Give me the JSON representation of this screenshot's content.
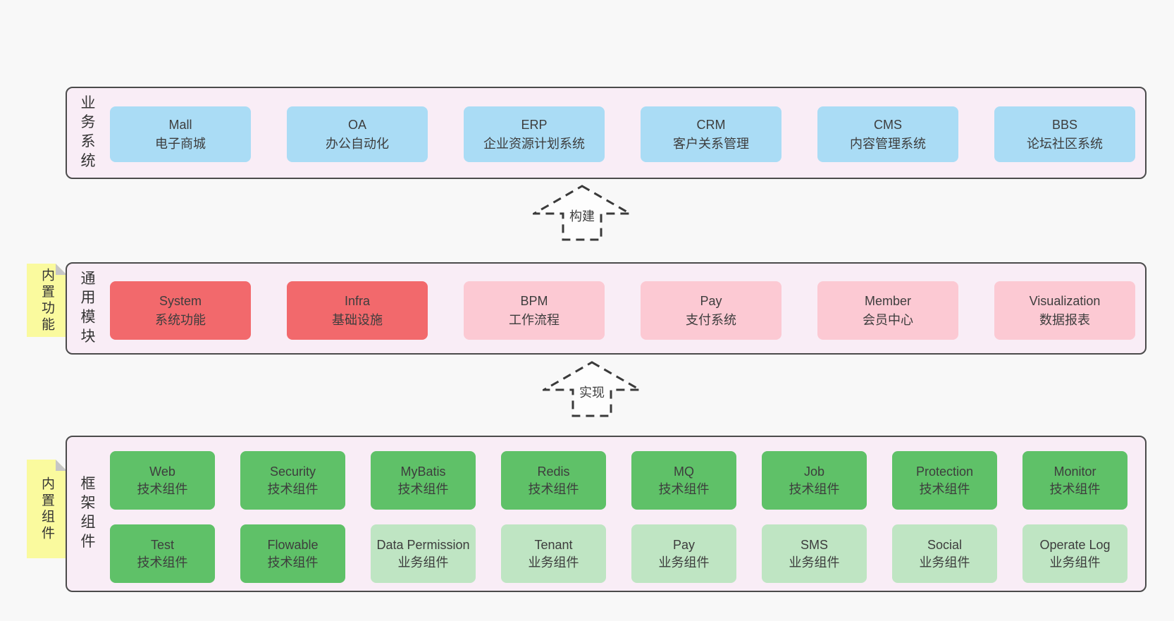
{
  "colors": {
    "page-bg": "#f8f8f8",
    "band-bg": "#f9edf6",
    "band-border": "#4b4b4b",
    "blue": "#aadcf5",
    "red": "#f2696c",
    "pink": "#fcc9d3",
    "green": "#5fc168",
    "light-green": "#bfe5c3",
    "yellow": "#fafa9e",
    "fold-gray": "#c6c6c6",
    "text": "#3d3d3d"
  },
  "bands": [
    {
      "label": "业务系统",
      "boxes": [
        {
          "name": "Mall",
          "desc": "电子商城",
          "variant": "blue"
        },
        {
          "name": "OA",
          "desc": "办公自动化",
          "variant": "blue"
        },
        {
          "name": "ERP",
          "desc": "企业资源计划系统",
          "variant": "blue"
        },
        {
          "name": "CRM",
          "desc": "客户关系管理",
          "variant": "blue"
        },
        {
          "name": "CMS",
          "desc": "内容管理系统",
          "variant": "blue"
        },
        {
          "name": "BBS",
          "desc": "论坛社区系统",
          "variant": "blue"
        }
      ]
    },
    {
      "label": "通用模块",
      "note": "内置功能",
      "boxes": [
        {
          "name": "System",
          "desc": "系统功能",
          "variant": "red"
        },
        {
          "name": "Infra",
          "desc": "基础设施",
          "variant": "red"
        },
        {
          "name": "BPM",
          "desc": "工作流程",
          "variant": "pink"
        },
        {
          "name": "Pay",
          "desc": "支付系统",
          "variant": "pink"
        },
        {
          "name": "Member",
          "desc": "会员中心",
          "variant": "pink"
        },
        {
          "name": "Visualization",
          "desc": "数据报表",
          "variant": "pink"
        }
      ]
    },
    {
      "label": "框架组件",
      "note": "内置组件",
      "rows": [
        [
          {
            "name": "Web",
            "desc": "技术组件",
            "variant": "green"
          },
          {
            "name": "Security",
            "desc": "技术组件",
            "variant": "green"
          },
          {
            "name": "MyBatis",
            "desc": "技术组件",
            "variant": "green"
          },
          {
            "name": "Redis",
            "desc": "技术组件",
            "variant": "green"
          },
          {
            "name": "MQ",
            "desc": "技术组件",
            "variant": "green"
          },
          {
            "name": "Job",
            "desc": "技术组件",
            "variant": "green"
          },
          {
            "name": "Protection",
            "desc": "技术组件",
            "variant": "green"
          },
          {
            "name": "Monitor",
            "desc": "技术组件",
            "variant": "green"
          }
        ],
        [
          {
            "name": "Test",
            "desc": "技术组件",
            "variant": "green"
          },
          {
            "name": "Flowable",
            "desc": "技术组件",
            "variant": "green"
          },
          {
            "name": "Data Permission",
            "desc": "业务组件",
            "variant": "lightgreen"
          },
          {
            "name": "Tenant",
            "desc": "业务组件",
            "variant": "lightgreen"
          },
          {
            "name": "Pay",
            "desc": "业务组件",
            "variant": "lightgreen"
          },
          {
            "name": "SMS",
            "desc": "业务组件",
            "variant": "lightgreen"
          },
          {
            "name": "Social",
            "desc": "业务组件",
            "variant": "lightgreen"
          },
          {
            "name": "Operate Log",
            "desc": "业务组件",
            "variant": "lightgreen"
          }
        ]
      ]
    }
  ],
  "arrows": [
    {
      "label": "构建"
    },
    {
      "label": "实现"
    }
  ]
}
